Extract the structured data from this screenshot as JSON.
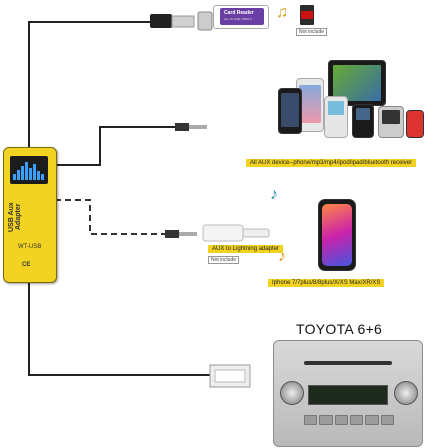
{
  "adapter": {
    "title": "USB Aux Adapter",
    "model": "WT-USB",
    "cert": "CE"
  },
  "usb_drive": {
    "brand": "Card Reader",
    "sub": "ALL IN ONE USB2.0"
  },
  "storage_note": "Not include",
  "aux_device_label": "All AUX device--phone/mp3/mp4/ipod/ipad/bluetooth receiver",
  "lightning_label": "AUX to Lightning adapter",
  "lightning_note": "Not include",
  "iphone_label": "Iphone 7/7plus/8/8plus/X/XS Max/XR/XS",
  "car": {
    "model": "TOYOTA 6+6"
  },
  "icons": [
    "music-note-icon",
    "sd-card-icon",
    "usb-plug-icon"
  ]
}
